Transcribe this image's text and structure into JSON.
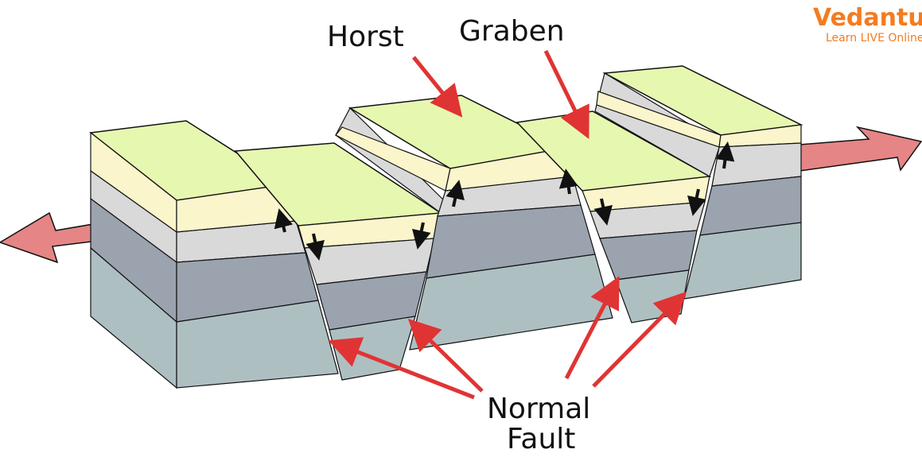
{
  "labels": {
    "horst": "Horst",
    "graben": "Graben",
    "normal_line1": "Normal",
    "normal_line2": "Fault"
  },
  "logo": {
    "name": "Vedantu",
    "tagline": "Learn LIVE Online"
  },
  "colors": {
    "top_green": "#e6f7b0",
    "layer_yellow": "#fbf5cc",
    "layer_light_gray": "#d9d9d9",
    "layer_slate": "#9aa3ae",
    "layer_teal": "#aebfc2",
    "tension_arrow": "#e58585",
    "pointer_red": "#e03434",
    "outline": "#111111",
    "logo_orange": "#f47b20"
  },
  "icons": {
    "tension_arrow_left": "tension-arrow-left",
    "tension_arrow_right": "tension-arrow-right",
    "motion_arrow": "black-motion-arrow",
    "pointer": "red-pointer-arrow"
  }
}
